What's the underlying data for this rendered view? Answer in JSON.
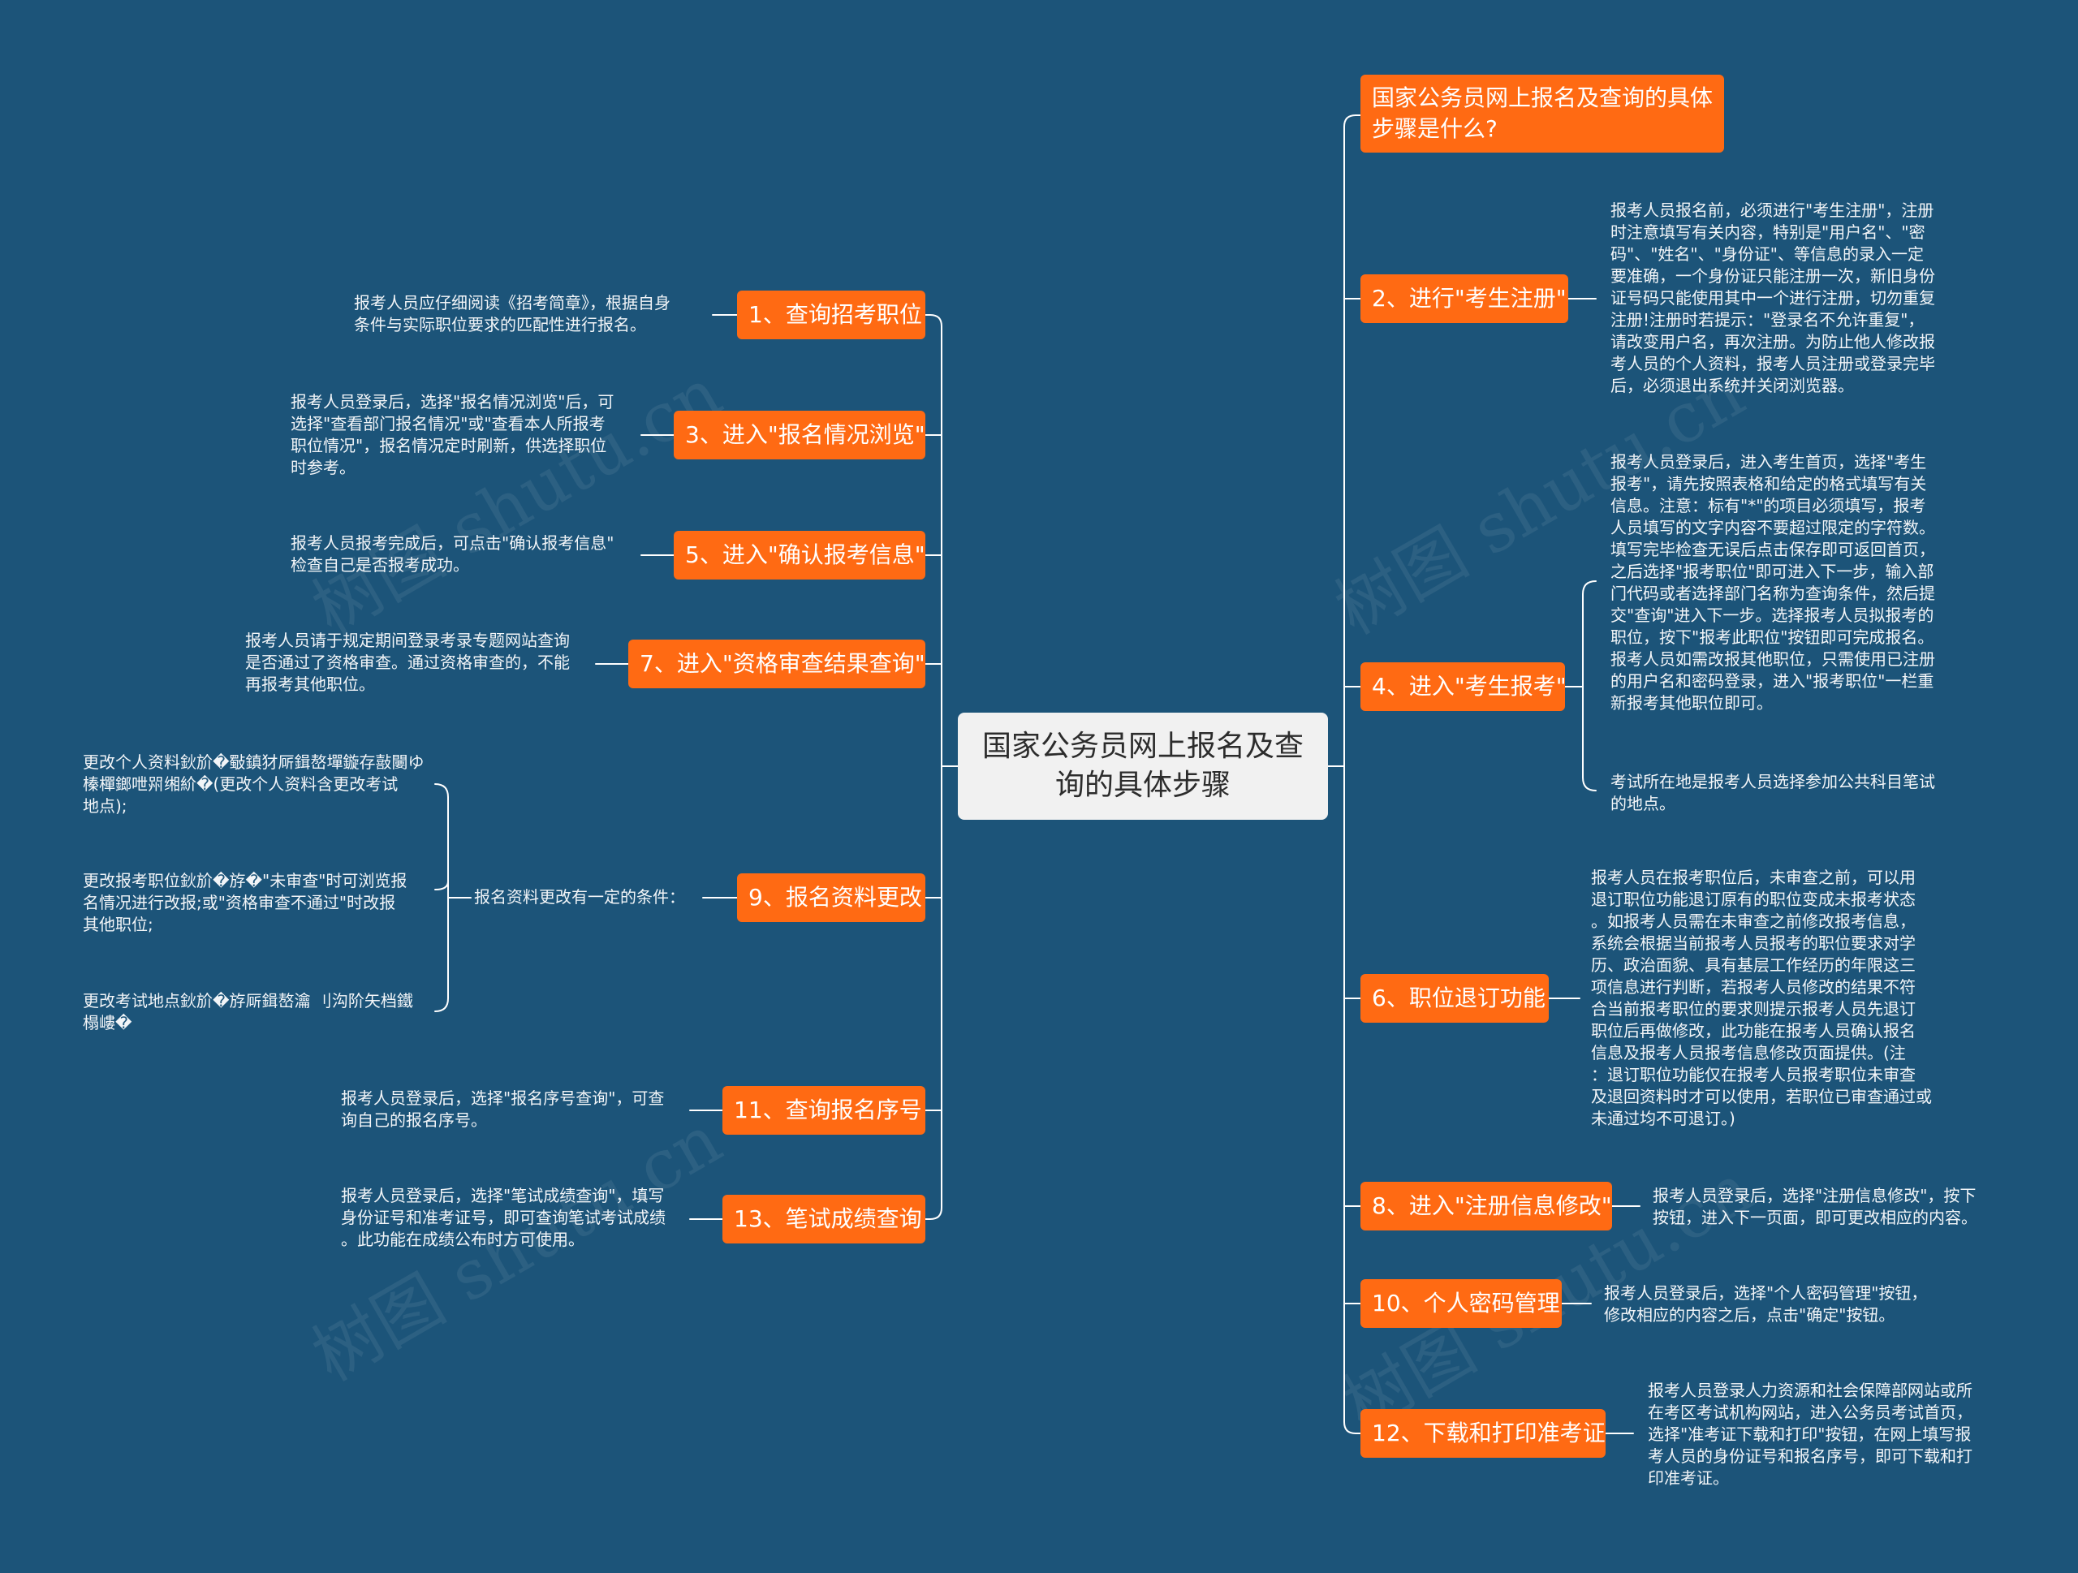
{
  "center": {
    "title": "国家公务员网上报名及查\n询的具体步骤"
  },
  "watermark": "树图 shutu.cn",
  "left": [
    {
      "id": "q1",
      "label": "1、查询招考职位",
      "note": "报考人员应仔细阅读《招考简章》，根据自身\n条件与实际职位要求的匹配性进行报名。"
    },
    {
      "id": "q3",
      "label": "3、进入\"报名情况浏览\"",
      "note": "报考人员登录后，选择\"报名情况浏览\"后，可\n选择\"查看部门报名情况\"或\"查看本人所报考\n职位情况\"，报名情况定时刷新，供选择职位\n时参考。"
    },
    {
      "id": "q5",
      "label": "5、进入\"确认报考信息\"",
      "note": "报考人员报考完成后，可点击\"确认报考信息\"\n检查自己是否报考成功。"
    },
    {
      "id": "q7",
      "label": "7、进入\"资格审查结果查询\"",
      "note": "报考人员请于规定期间登录考录专题网站查询\n是否通过了资格审查。通过资格审查的，不能\n再报考其他职位。"
    },
    {
      "id": "q9",
      "label": "9、报名资料更改",
      "mid": "报名资料更改有一定的条件：",
      "subs": [
        "更改个人资料鈥斺�斀鎮​犲厛鍓嶅墠鏇存敼闄ゆ\n榛樿鎯呭喌缃紒�(更改个人资料含更改考试\n地点);",
        "更改报考职位鈥斺�斿�\"未审查\"时可浏览报\n名情况进行改报;或\"资格审查不通过\"时改报\n其他职位;",
        "更改考试地点鈥斺�斿厛鍓嶅瀹 刂沟阶矢档鐵\n榻嶁�"
      ]
    },
    {
      "id": "q11",
      "label": "11、查询报名序号",
      "note": "报考人员登录后，选择\"报名序号查询\"，可查\n询自己的报名序号。"
    },
    {
      "id": "q13",
      "label": "13、笔试成绩查询",
      "note": "报考人员登录后，选择\"笔试成绩查询\"，填写\n身份证号和准考证号，即可查询笔试考试成绩\n。此功能在成绩公布时方可使用。"
    }
  ],
  "right": [
    {
      "id": "q0",
      "label": "国家公务员网上报名及查询的具体\n步骤是什么?"
    },
    {
      "id": "q2",
      "label": "2、进行\"考生注册\"",
      "note": "报考人员报名前，必须进行\"考生注册\"，注册\n时注意填写有关内容，特别是\"用户名\"、\"密\n码\"、\"姓名\"、\"身份证\"、等信息的录入一定\n要准确，一个身份证只能注册一次，新旧身份\n证号码只能使用其中一个进行注册，切勿重复\n注册!注册时若提示：\"登录名不允许重复\"，\n请改变用户名，再次注册。为防止他人修改报\n考人员的个人资料，报考人员注册或登录完毕\n后，必须退出系统并关闭浏览器。"
    },
    {
      "id": "q4",
      "label": "4、进入\"考生报考\"",
      "subs": [
        "报考人员登录后，进入考生首页，选择\"考生\n报考\"，请先按照表格和给定的格式填写有关\n信息。注意：标有\"*\"的项目必须填写，报考\n人员填写的文字内容不要超过限定的字符数。\n填写完毕检查无误后点击保存即可返回首页，\n之后选择\"报考职位\"即可进入下一步，输入部\n门代码或者选择部门名称为查询条件，然后提\n交\"查询\"进入下一步。选择报考人员拟报考的\n职位，按下\"报考此职位\"按钮即可完成报名。\n报考人员如需改报其他职位，只需使用已注册\n的用户名和密码登录，进入\"报考职位\"一栏重\n新报考其他职位即可。",
        "考试所在地是报考人员选择参加公共科目笔试\n的地点。"
      ]
    },
    {
      "id": "q6",
      "label": "6、职位退订功能",
      "note": "报考人员在报考职位后，未审查之前，可以用\n退订职位功能退订原有的职位变成未报考状态\n。如报考人员需在未审查之前修改报考信息，\n系统会根据当前报考人员报考的职位要求对学\n历、政治面貌、具有基层工作经历的年限这三\n项信息进行判断，若报考人员修改的结果不符\n合当前报考职位的要求则提示报考人员先退订\n职位后再做修改，此功能在报考人员确认报名\n信息及报考人员报考信息修改页面提供。(注\n：退订职位功能仅在报考人员报考职位未审查\n及退回资料时才可以使用，若职位已审查通过或\n未通过均不可退订。)"
    },
    {
      "id": "q8",
      "label": "8、进入\"注册信息修改\"",
      "note": "报考人员登录后，选择\"注册信息修改\"，按下\n按钮，进入下一页面，即可更改相应的内容。"
    },
    {
      "id": "q10",
      "label": "10、个人密码管理",
      "note": "报考人员登录后，选择\"个人密码管理\"按钮，\n修改相应的内容之后，点击\"确定\"按钮。"
    },
    {
      "id": "q12",
      "label": "12、下载和打印准考证",
      "note": "报考人员登录人力资源和社会保障部网站或所\n在考区考试机构网站，进入公务员考试首页，\n选择\"准考证下载和打印\"按钮，在网上填写报\n考人员的身份证号和报名序号，即可下载和打\n印准考证。"
    }
  ]
}
